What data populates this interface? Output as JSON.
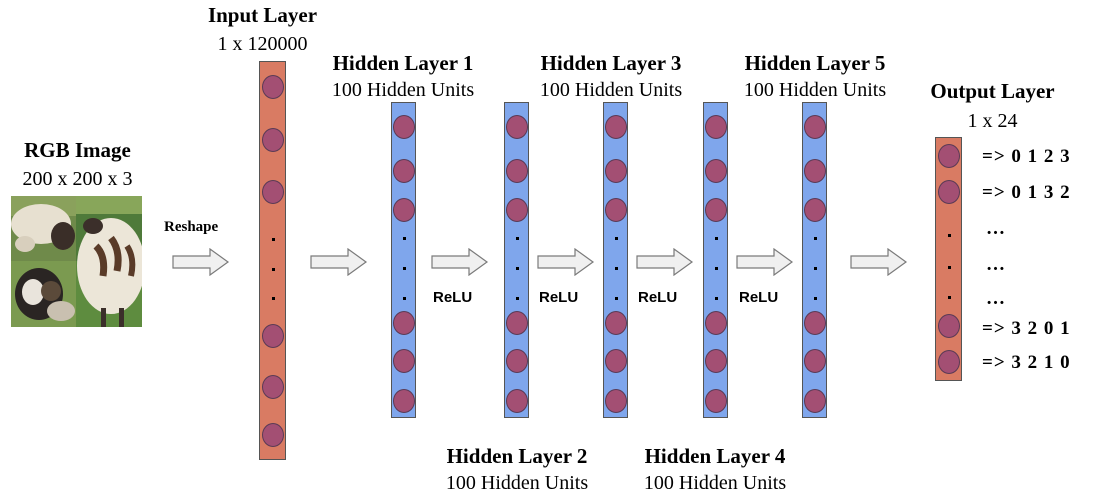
{
  "image_block": {
    "title": "RGB Image",
    "size": "200 x 200 x 3"
  },
  "reshape_label": "Reshape",
  "input_layer": {
    "title": "Input Layer",
    "size": "1 x 120000"
  },
  "hidden_layers": [
    {
      "title": "Hidden Layer 1",
      "units": "100 Hidden Units"
    },
    {
      "title": "Hidden Layer 2",
      "units": "100 Hidden Units"
    },
    {
      "title": "Hidden Layer 3",
      "units": "100 Hidden Units"
    },
    {
      "title": "Hidden Layer 4",
      "units": "100 Hidden Units"
    },
    {
      "title": "Hidden Layer 5",
      "units": "100 Hidden Units"
    }
  ],
  "activations": [
    "ReLU",
    "ReLU",
    "ReLU",
    "ReLU"
  ],
  "output_layer": {
    "title": "Output Layer",
    "size": "1 x 24"
  },
  "output_labels": [
    "=> 0 1 2 3",
    "=> 0 1 3 2",
    "…",
    "…",
    "…",
    "=> 3 2 0 1",
    "=> 3 2 1 0"
  ],
  "colors": {
    "input_output_layer": "#d97b63",
    "hidden_layer": "#7fa6ec",
    "node": "#a34f73",
    "arrow_fill": "#f0f0f0"
  }
}
